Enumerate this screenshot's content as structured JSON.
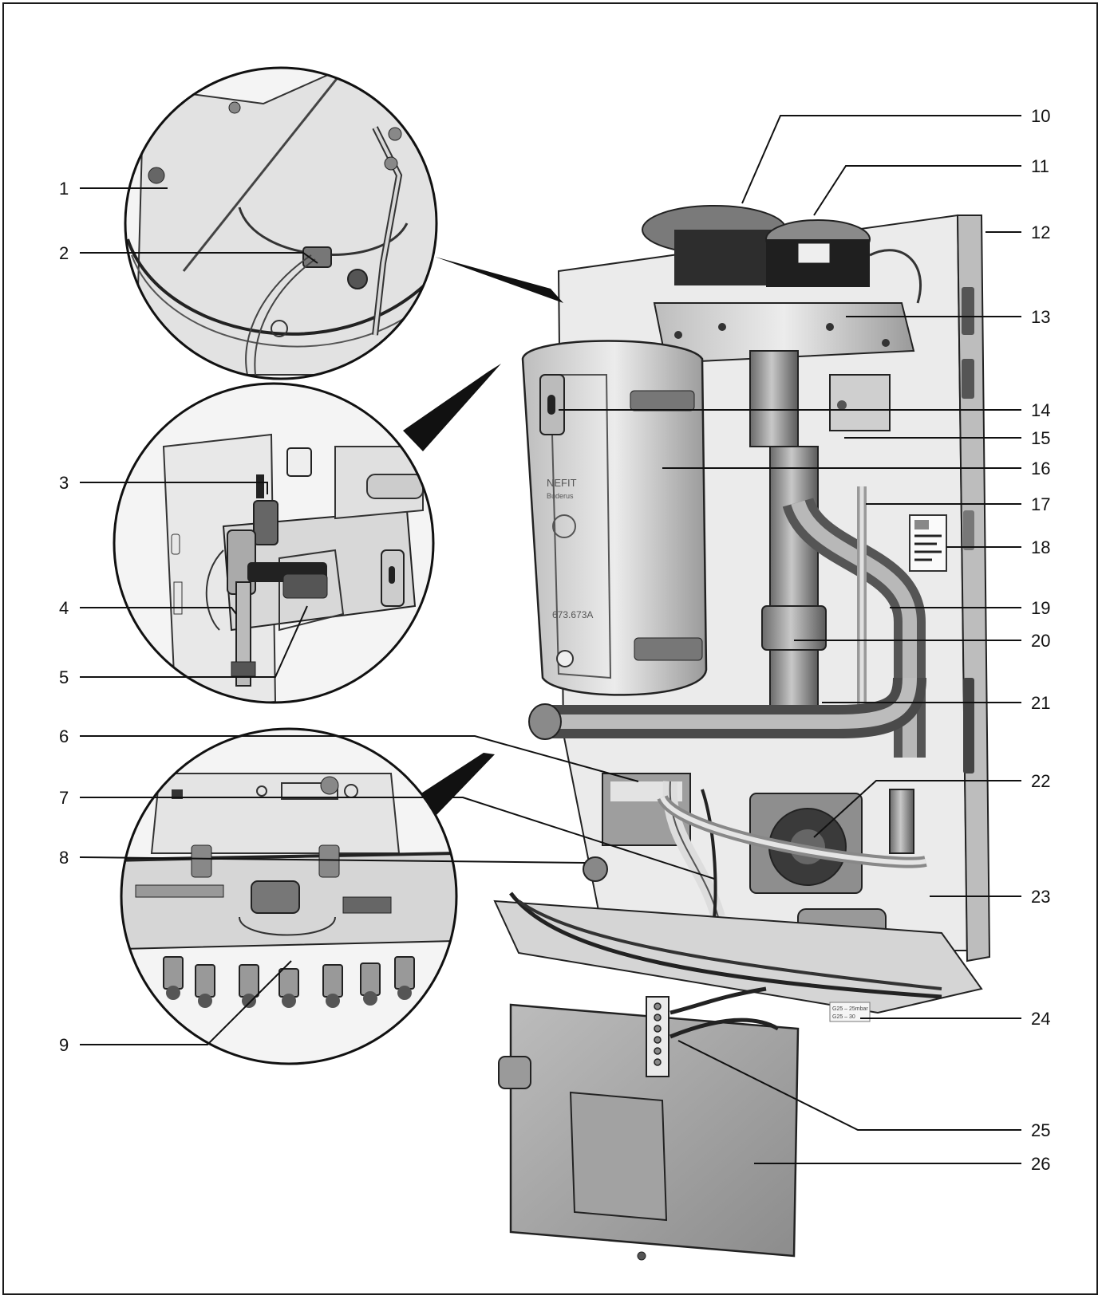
{
  "labels": [
    {
      "id": "1",
      "text": "1"
    },
    {
      "id": "2",
      "text": "2"
    },
    {
      "id": "3",
      "text": "3"
    },
    {
      "id": "4",
      "text": "4"
    },
    {
      "id": "5",
      "text": "5"
    },
    {
      "id": "6",
      "text": "6"
    },
    {
      "id": "7",
      "text": "7"
    },
    {
      "id": "8",
      "text": "8"
    },
    {
      "id": "9",
      "text": "9"
    },
    {
      "id": "10",
      "text": "10"
    },
    {
      "id": "11",
      "text": "11"
    },
    {
      "id": "12",
      "text": "12"
    },
    {
      "id": "13",
      "text": "13"
    },
    {
      "id": "14",
      "text": "14"
    },
    {
      "id": "15",
      "text": "15"
    },
    {
      "id": "16",
      "text": "16"
    },
    {
      "id": "17",
      "text": "17"
    },
    {
      "id": "18",
      "text": "18"
    },
    {
      "id": "19",
      "text": "19"
    },
    {
      "id": "20",
      "text": "20"
    },
    {
      "id": "21",
      "text": "21"
    },
    {
      "id": "22",
      "text": "22"
    },
    {
      "id": "23",
      "text": "23"
    },
    {
      "id": "24",
      "text": "24"
    },
    {
      "id": "25",
      "text": "25"
    },
    {
      "id": "26",
      "text": "26"
    }
  ],
  "device_text": {
    "brand": "NEFIT",
    "sub_brand": "Buderus",
    "serial": "673.673A",
    "gas_label_1": "G25 – 25mbar",
    "gas_label_2": "G25 – 30"
  },
  "colors": {
    "line": "#111111",
    "metal_light": "#d9d9d9",
    "metal_mid": "#a8a8a8",
    "metal_dark": "#4a4a4a"
  }
}
